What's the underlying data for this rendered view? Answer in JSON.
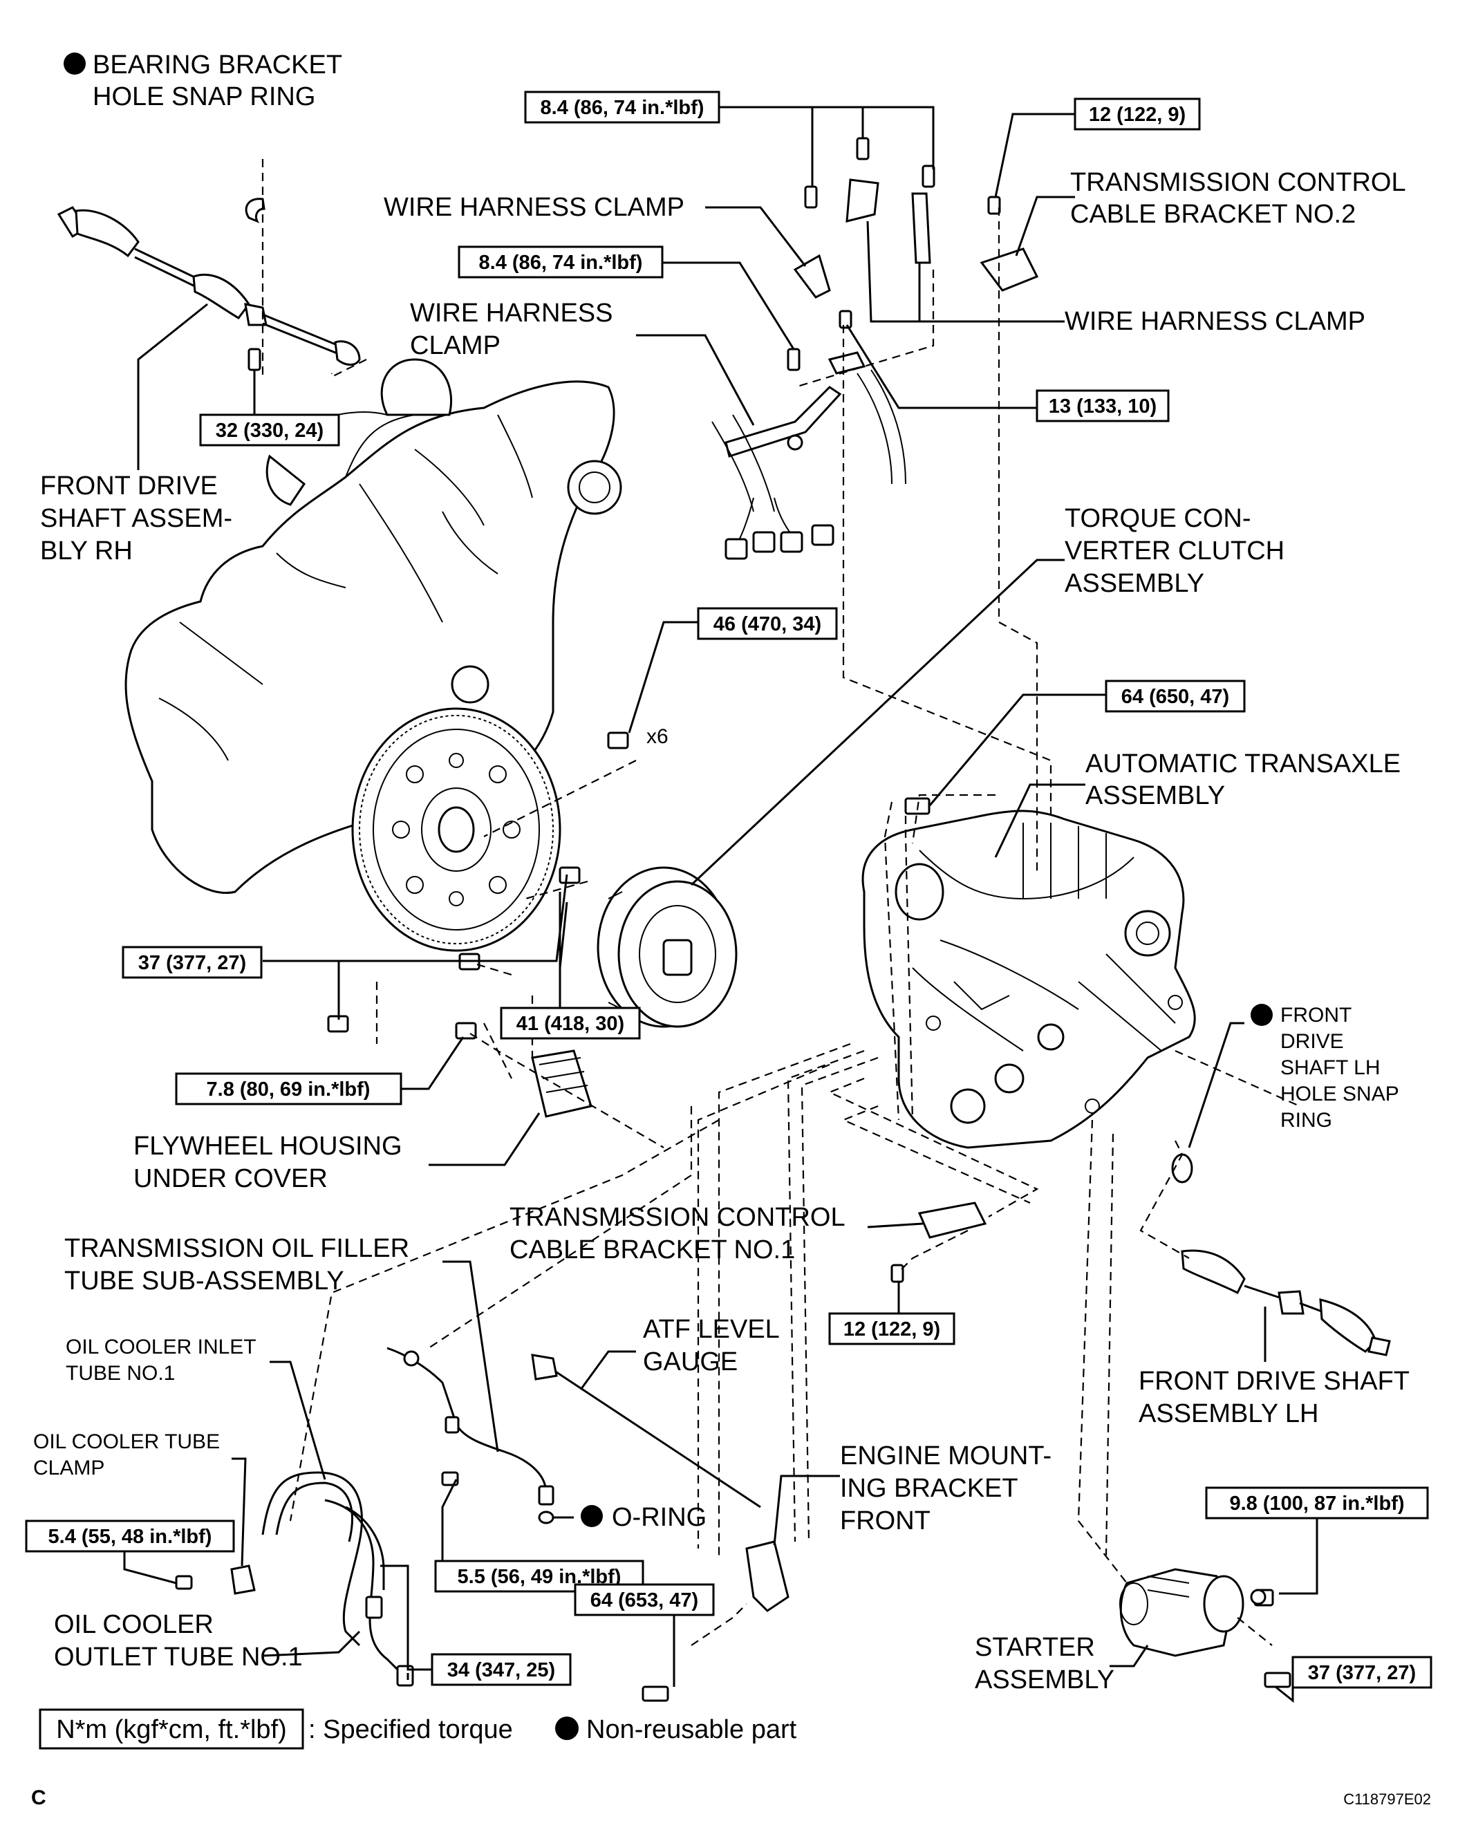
{
  "labels": {
    "bearing_snap_ring_1": "BEARING BRACKET",
    "bearing_snap_ring_2": "HOLE SNAP RING",
    "wire_clamp_top": "WIRE HARNESS CLAMP",
    "wire_clamp_mid_1": "WIRE HARNESS",
    "wire_clamp_mid_2": "CLAMP",
    "wire_clamp_right": "WIRE HARNESS CLAMP",
    "tcc_bracket2_1": "TRANSMISSION CONTROL",
    "tcc_bracket2_2": "CABLE BRACKET NO.2",
    "fds_rh_1": "FRONT DRIVE",
    "fds_rh_2": "SHAFT ASSEM-",
    "fds_rh_3": "BLY RH",
    "torque_conv_1": "TORQUE CON-",
    "torque_conv_2": "VERTER CLUTCH",
    "torque_conv_3": "ASSEMBLY",
    "x6": "x6",
    "ata_1": "AUTOMATIC TRANSAXLE",
    "ata_2": "ASSEMBLY",
    "fds_lh_snap_1": "FRONT",
    "fds_lh_snap_2": "DRIVE",
    "fds_lh_snap_3": "SHAFT LH",
    "fds_lh_snap_4": "HOLE SNAP",
    "fds_lh_snap_5": "RING",
    "flywheel_cover_1": "FLYWHEEL HOUSING",
    "flywheel_cover_2": "UNDER COVER",
    "tcc_bracket1_1": "TRANSMISSION CONTROL",
    "tcc_bracket1_2": "CABLE BRACKET NO.1",
    "oil_filler_1": "TRANSMISSION OIL FILLER",
    "oil_filler_2": "TUBE SUB-ASSEMBLY",
    "oil_inlet_1": "OIL COOLER INLET",
    "oil_inlet_2": "TUBE NO.1",
    "atf_1": "ATF LEVEL",
    "atf_2": "GAUGE",
    "oil_clamp_1": "OIL COOLER TUBE",
    "oil_clamp_2": "CLAMP",
    "oring": "O-RING",
    "fds_lh_1": "FRONT DRIVE SHAFT",
    "fds_lh_2": "ASSEMBLY LH",
    "eng_mount_1": "ENGINE MOUNT-",
    "eng_mount_2": "ING BRACKET",
    "eng_mount_3": "FRONT",
    "oil_outlet_1": "OIL COOLER",
    "oil_outlet_2": "OUTLET TUBE NO.1",
    "starter_1": "STARTER",
    "starter_2": "ASSEMBLY"
  },
  "torques": {
    "t_top": "8.4 (86, 74 in.*lbf)",
    "t_12a": "12 (122, 9)",
    "t_84b": "8.4 (86, 74 in.*lbf)",
    "t_13": "13 (133, 10)",
    "t_32": "32 (330, 24)",
    "t_46": "46 (470, 34)",
    "t_64a": "64 (650, 47)",
    "t_37a": "37 (377, 27)",
    "t_41": "41 (418, 30)",
    "t_78": "7.8 (80, 69 in.*lbf)",
    "t_12b": "12 (122, 9)",
    "t_98": "9.8 (100, 87 in.*lbf)",
    "t_54": "5.4 (55, 48 in.*lbf)",
    "t_55": "5.5 (56, 49 in.*lbf)",
    "t_64b": "64 (653, 47)",
    "t_34": "34 (347, 25)",
    "t_37b": "37 (377, 27)"
  },
  "legend": {
    "unit_box": "N*m (kgf*cm, ft.*lbf)",
    "specified": ": Specified torque",
    "nonreusable": "Non-reusable part"
  },
  "footer": {
    "left": "C",
    "code": "C118797E02"
  }
}
